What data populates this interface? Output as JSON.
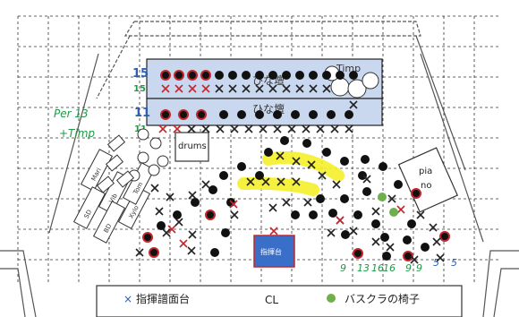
{
  "colors": {
    "accent": "#c2272d",
    "platform_fill": "#c9d8ef",
    "highlight": "#f5f02a",
    "note_blue": "#2a5fb3",
    "note_green": "#1e9a46",
    "bass_clarinet_chair": "#6fb04c",
    "conductor_podium": "#3a6fc9",
    "grid": "#222222"
  },
  "risers": {
    "upper_row_label": "15",
    "upper_row_label_2": "15",
    "lower_row_label": "11",
    "lower_row_label_2": "11",
    "upper_platform_text": "ひな壇",
    "lower_platform_text": "ひな壇"
  },
  "instruments": {
    "timpani": "Timp",
    "drums": "drums",
    "piano": "pia\nno",
    "percussion_note_line1": "Per 13",
    "percussion_note_line2": "+Timp",
    "racks": [
      "Mari",
      "Vib",
      "Xylo",
      "SD",
      "BD",
      "Tom"
    ]
  },
  "podium": {
    "label": "指揮台"
  },
  "floor_counts": [
    "9",
    "13",
    "16",
    "16",
    "9",
    "9",
    "5",
    "5"
  ],
  "legend": {
    "stand_symbol": "×",
    "stand_label": "指揮譜面台",
    "center_mark": "CL",
    "chair_label": "バスクラの椅子"
  }
}
